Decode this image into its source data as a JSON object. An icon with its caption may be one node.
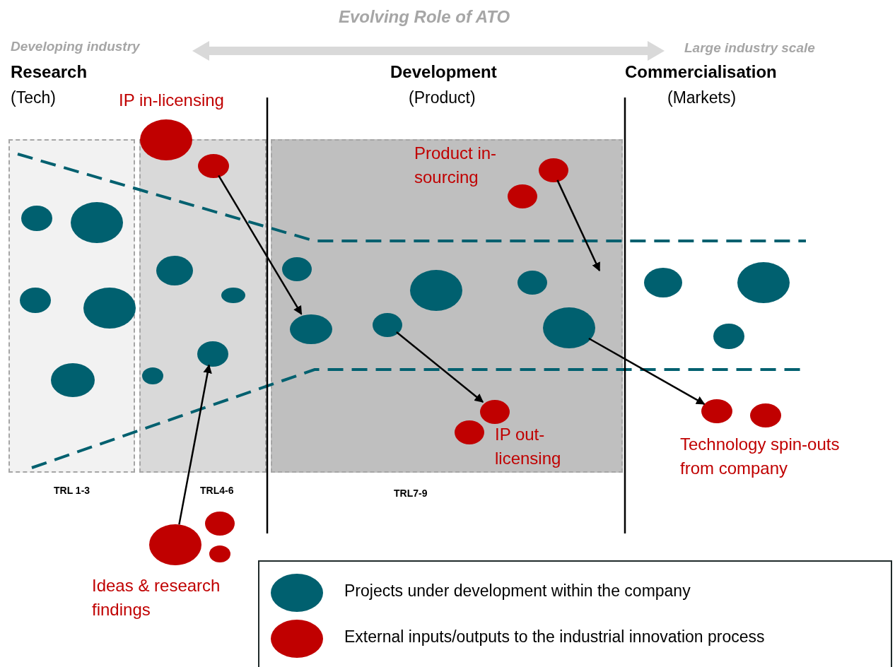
{
  "diagram": {
    "title": "Evolving Role of ATO",
    "nodes": [
      {
        "text": [],
        "shape": "circle",
        "beside": [
          "IP in-licensing"
        ]
      },
      {
        "text": [
          "TRL 1-3"
        ]
      },
      {
        "text": [],
        "shape": "circle",
        "in": 1
      },
      {
        "text": [],
        "shape": "circle",
        "in": 1
      },
      {
        "text": [],
        "shape": "circle",
        "in": 1
      },
      {
        "text": [],
        "shape": "circle",
        "in": 1
      },
      {
        "text": [],
        "shape": "circle",
        "in": 1
      },
      {
        "text": [
          "TRL4-6"
        ]
      },
      {
        "text": [],
        "shape": "circle",
        "in": 7
      },
      {
        "text": [],
        "shape": "circle",
        "in": 7
      },
      {
        "text": [],
        "shape": "circle",
        "in": 7
      },
      {
        "text": [],
        "shape": "circle",
        "in": 7
      },
      {
        "text": [],
        "shape": "circle",
        "in": 7
      },
      {
        "text": [
          "TRL7-9"
        ]
      },
      {
        "text": [],
        "shape": "circle",
        "in": 13
      },
      {
        "text": [],
        "shape": "circle",
        "in": 13,
        "beside": [
          "Product in-sourcing"
        ]
      },
      {
        "text": [],
        "shape": "circle",
        "in": 13
      },
      {
        "text": [],
        "shape": "circle",
        "in": 13
      },
      {
        "text": [],
        "shape": "circle",
        "in": 13
      },
      {
        "text": [],
        "shape": "circle",
        "in": 13
      },
      {
        "text": [],
        "shape": "circle",
        "in": 13
      },
      {
        "text": [],
        "shape": "circle",
        "in": 13
      },
      {
        "text": [],
        "shape": "circle",
        "in": 13,
        "beside": [
          "IP out-licensing"
        ]
      },
      {
        "text": [],
        "shape": "circle",
        "in": 13
      },
      {
        "text": [],
        "shape": "circle"
      },
      {
        "text": [],
        "shape": "circle"
      },
      {
        "text": [],
        "shape": "circle"
      },
      {
        "text": [],
        "shape": "circle",
        "beside": [
          "Technology spin-outs from company"
        ]
      },
      {
        "text": [],
        "shape": "circle"
      },
      {
        "text": [],
        "shape": "circle",
        "beside": [
          "Ideas & research findings"
        ]
      },
      {
        "text": [],
        "shape": "circle"
      },
      {
        "text": [],
        "shape": "circle"
      }
    ],
    "edges": [
      {
        "from": 8,
        "to": 17,
        "arrow": "to"
      },
      {
        "from": 29,
        "to": 11,
        "arrow": "to"
      },
      {
        "from": 14,
        "to": null,
        "arrow": "to"
      },
      {
        "from": 19,
        "to": 22,
        "arrow": "to"
      },
      {
        "from": 21,
        "to": 27,
        "arrow": "to"
      }
    ],
    "labels": [
      "Developing industry",
      "Large industry scale",
      "Research",
      "(Tech)",
      "Development",
      "(Product)",
      "Commercialisation",
      "(Markets)"
    ],
    "legend": [
      {
        "text": "Projects under development within the company",
        "color": "#00606f"
      },
      {
        "text": "External inputs/outputs to the industrial innovation process",
        "color": "#c00000"
      }
    ]
  }
}
